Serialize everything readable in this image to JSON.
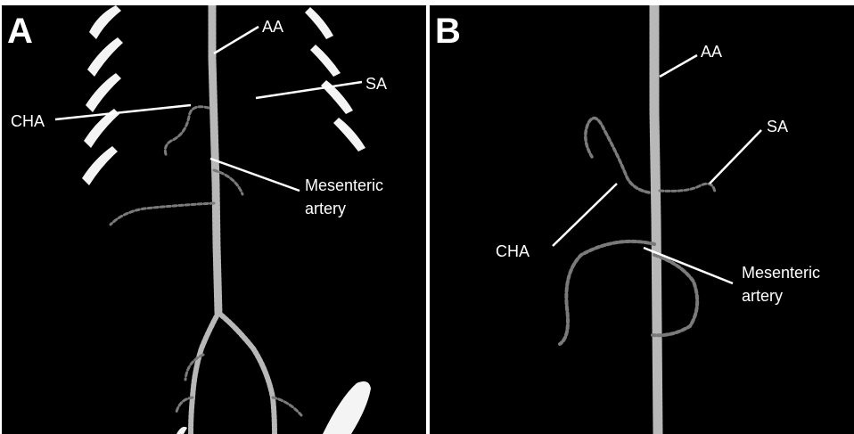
{
  "panels": [
    {
      "letter": "A",
      "labels": {
        "aa": "AA",
        "sa": "SA",
        "cha": "CHA",
        "mesenteric_line1": "Mesenteric",
        "mesenteric_line2": "artery"
      }
    },
    {
      "letter": "B",
      "labels": {
        "aa": "AA",
        "sa": "SA",
        "cha": "CHA",
        "mesenteric_line1": "Mesenteric",
        "mesenteric_line2": "artery"
      }
    }
  ],
  "colors": {
    "background": "#000000",
    "label": "#ffffff",
    "vessel": "#b8b8b8",
    "bone": "#f4f4f4"
  }
}
